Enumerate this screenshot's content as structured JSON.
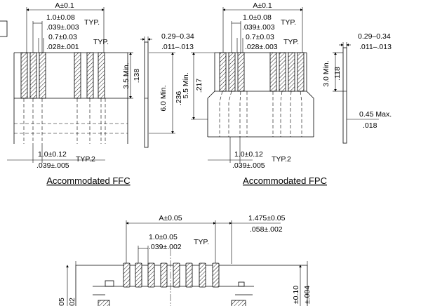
{
  "ffc": {
    "pitch_a": "A±0.1",
    "pitch_mm": "1.0±0.08",
    "pitch_in": ".039±.003",
    "pitch_typ": "TYP.",
    "cond_mm": "0.7±0.03",
    "cond_in": ".028±.001",
    "cond_typ": "TYP.",
    "exposed_mm": "3.5 Min.",
    "exposed_in": ".138",
    "stiff_mm": "6.0 Min.",
    "stiff_in": ".236",
    "thick_mm": "0.29–0.34",
    "thick_in": ".011–.013",
    "bottom_mm": "1.0±0.12",
    "bottom_in": ".039±.005",
    "bottom_typ": "TYP.2",
    "caption": "Accommodated FFC"
  },
  "fpc": {
    "pitch_a": "A±0.1",
    "pitch_mm": "1.0±0.08",
    "pitch_in": ".039±.003",
    "pitch_typ": "TYP.",
    "cond_mm": "0.7±0.03",
    "cond_in": ".028±.003",
    "cond_typ": "TYP.",
    "exposed_mm": "3.0 Min.",
    "exposed_in": ".118",
    "stiff_mm": "5.5 Min.",
    "stiff_in": ".217",
    "thick_mm": "0.29–0.34",
    "thick_in": ".011–.013",
    "max_mm": "0.45 Max.",
    "max_in": ".018",
    "bottom_mm": "1.0±0.12",
    "bottom_in": ".039±.005",
    "bottom_typ": "TYP.2",
    "caption": "Accommodated FPC"
  },
  "connector": {
    "pitch_a": "A±0.05",
    "pitch_mm": "1.0±0.05",
    "pitch_in": ".039±.002",
    "pitch_typ": "TYP.",
    "offset_mm": "1.475±0.05",
    "offset_in": ".058±.002",
    "side_mm": "±0.10",
    "side_in": "±.004",
    "left_mm": "05",
    "left_in": "02"
  }
}
